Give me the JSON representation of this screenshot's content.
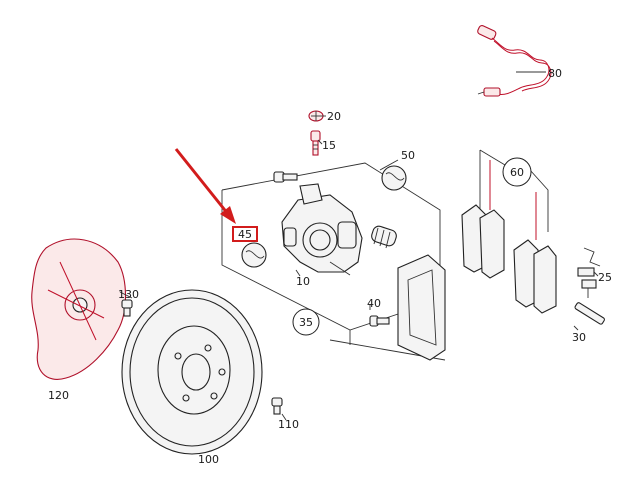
{
  "diagram": {
    "colors": {
      "line": "#222222",
      "accent": "#d21c1c",
      "callout_text": "#1a1a1a"
    },
    "callouts": {
      "c10": "10",
      "c15": "15",
      "c20": "20",
      "c25": "25",
      "c30": "30",
      "c35": "35",
      "c40": "40",
      "c45": "45",
      "c50": "50",
      "c60": "60",
      "c80": "80",
      "c100": "100",
      "c110": "110",
      "c120": "120",
      "c130": "130"
    },
    "highlighted_callout": "45"
  }
}
